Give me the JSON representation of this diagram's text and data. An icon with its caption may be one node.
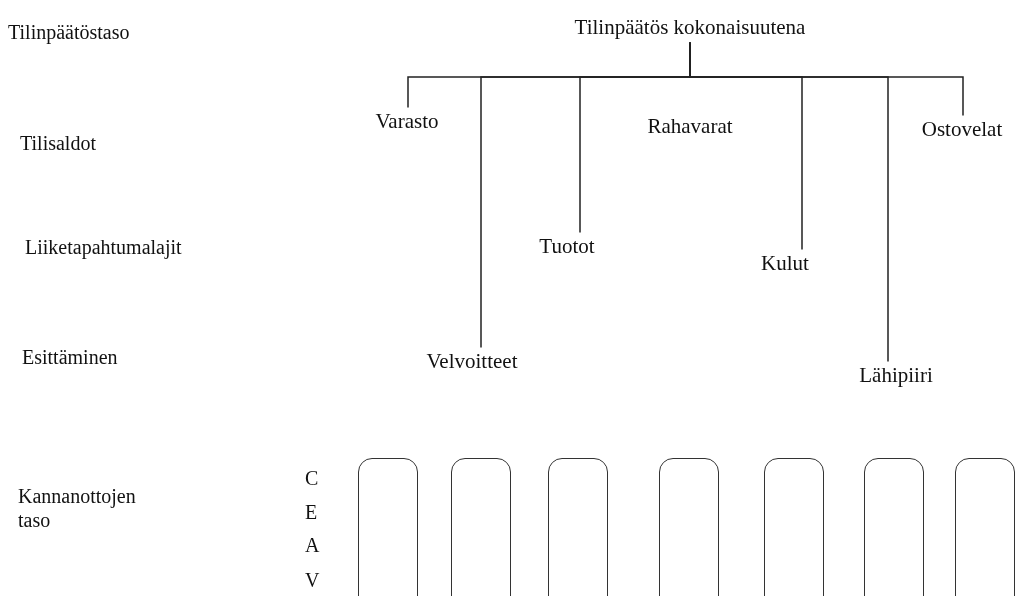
{
  "diagram": {
    "nodes": [
      {
        "text": [
          "Tilinpäätös kokonaisuutena"
        ]
      },
      {
        "text": [
          "Varasto"
        ]
      },
      {
        "text": [
          "Rahavarat"
        ]
      },
      {
        "text": [
          "Ostovelat"
        ]
      },
      {
        "text": [
          "Tuotot"
        ]
      },
      {
        "text": [
          "Kulut"
        ]
      },
      {
        "text": [
          "Velvoitteet"
        ]
      },
      {
        "text": [
          "Lähipiiri"
        ]
      },
      {
        "text": [],
        "shape": "box"
      },
      {
        "text": [],
        "shape": "box"
      },
      {
        "text": [],
        "shape": "box"
      },
      {
        "text": [],
        "shape": "box"
      },
      {
        "text": [],
        "shape": "box"
      },
      {
        "text": [],
        "shape": "box"
      },
      {
        "text": [],
        "shape": "box"
      }
    ],
    "edges": [
      {
        "from": 0,
        "to": 1,
        "arrow": "none"
      },
      {
        "from": 0,
        "to": 6,
        "arrow": "none"
      },
      {
        "from": 0,
        "to": 4,
        "arrow": "none"
      },
      {
        "from": 0,
        "to": 5,
        "arrow": "none"
      },
      {
        "from": 0,
        "to": 7,
        "arrow": "none"
      },
      {
        "from": 0,
        "to": 3,
        "arrow": "none"
      }
    ],
    "labels": [
      "Tilinpäätöstaso",
      "Tilisaldot",
      "Liiketapahtumalajit",
      "Esittäminen",
      "Kannanottojen taso",
      "C",
      "E",
      "A",
      "V"
    ]
  }
}
